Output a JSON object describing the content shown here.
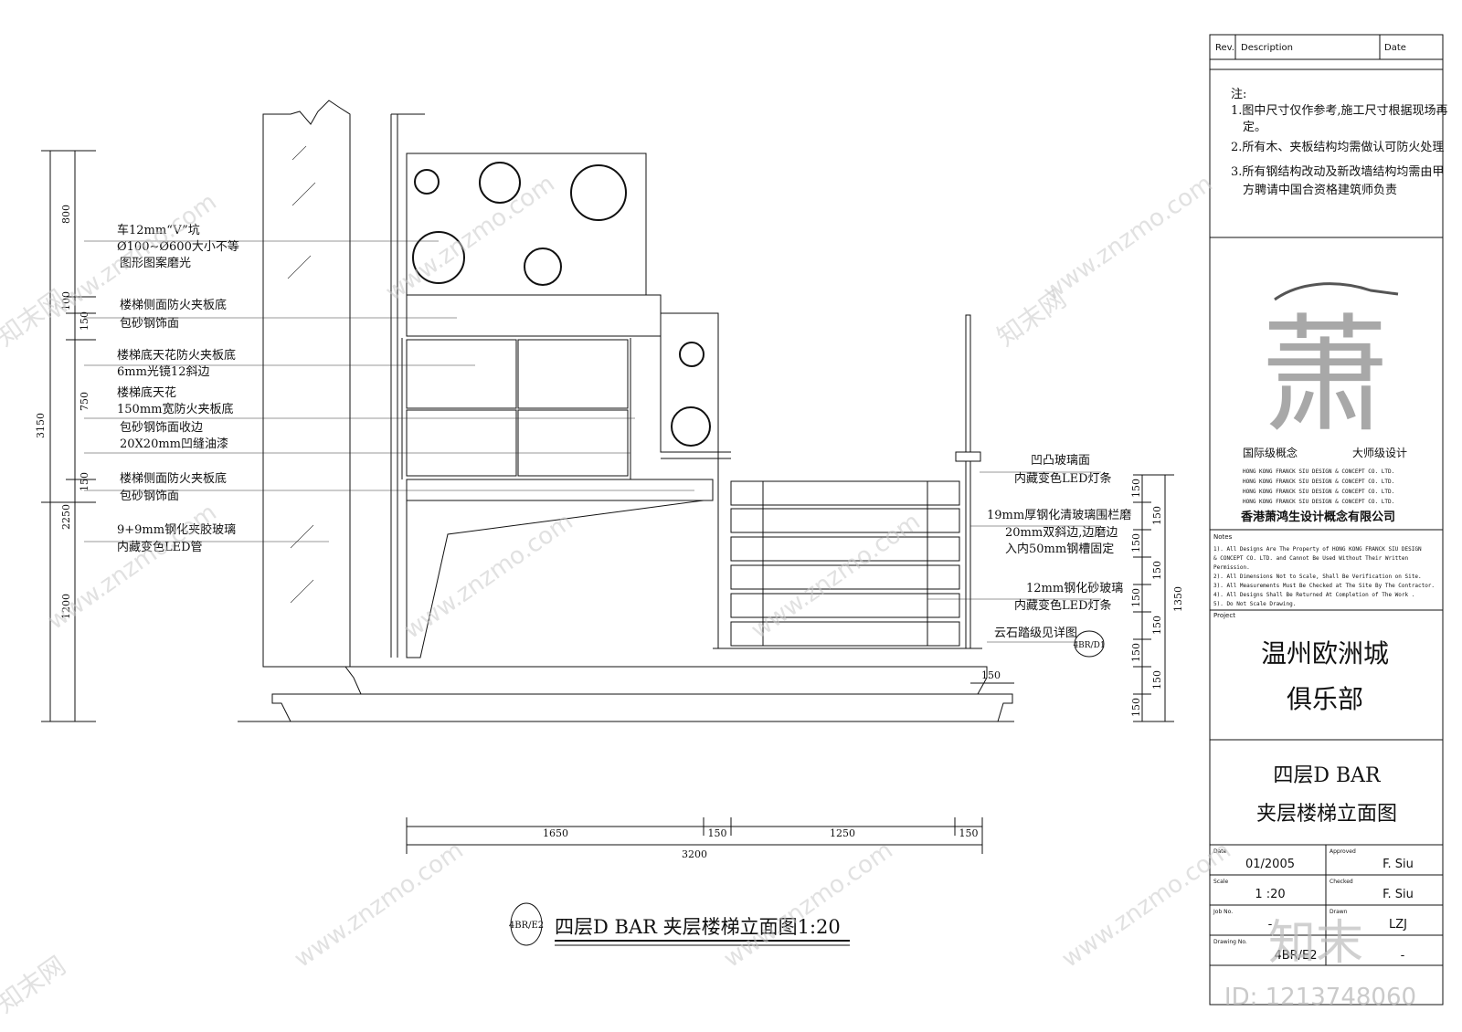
{
  "annotations": [
    "车12mm“V”坑",
    "Ø100~Ø600大小不等",
    "图形图案磨光",
    "楼梯侧面防火夹板底",
    "包砂钢饰面",
    "楼梯底天花防火夹板底",
    "6mm光镜12斜边",
    "楼梯底天花",
    "150mm宽防火夹板底",
    "包砂钢饰面收边",
    "20X20mm凹缝油漆",
    "楼梯侧面防火夹板底",
    "包砂钢饰面",
    "9+9mm钢化夹胶玻璃",
    "内藏变色LED管"
  ],
  "right_annotations": [
    "凹凸玻璃面",
    "内藏变色LED灯条",
    "19mm厚钢化清玻璃围栏磨",
    "20mm双斜边,边磨边",
    "入内50mm钢槽固定",
    "12mm钢化砂玻璃",
    "内藏变色LED灯条",
    "云石踏级见详图"
  ],
  "detail_tag": "4BR/D1",
  "left_dims": {
    "segments": [
      "800",
      "100",
      "150",
      "750",
      "150",
      "1200"
    ],
    "totals": [
      "3150",
      "2250"
    ]
  },
  "right_dims": {
    "segments": [
      "150",
      "150",
      "150",
      "150",
      "150",
      "150",
      "150",
      "150",
      "150"
    ],
    "total": "1350",
    "step": "150"
  },
  "bottom_dims": {
    "segments": [
      "1650",
      "150",
      "1250",
      "150"
    ],
    "total": "3200"
  },
  "drawing_title": {
    "tag": "4BR/E2",
    "text": "四层D BAR 夹层楼梯立面图1:20"
  },
  "title_block": {
    "rev_headers": [
      "Rev.",
      "Description",
      "Date"
    ],
    "notes_heading": "注:",
    "notes_cn": [
      "1.图中尺寸仅作参考,施工尺寸根据现场再",
      "定。",
      "2.所有木、夹板结构均需做认可防火处理",
      "3.所有钢结构改动及新改墙结构均需由甲",
      "方聘请中国合资格建筑师负责"
    ],
    "logo_char": "萧",
    "slogan_left": "国际级概念",
    "slogan_right": "大师级设计",
    "company_en": [
      "HONG KONG FRANCK SIU DESIGN & CONCEPT CO. LTD.",
      "HONG KONG FRANCK SIU DESIGN & CONCEPT CO. LTD.",
      "HONG KONG FRANCK SIU DESIGN & CONCEPT CO. LTD.",
      "HONG KONG FRANCK SIU DESIGN & CONCEPT CO. LTD."
    ],
    "company_cn": "香港萧鸿生设计概念有限公司",
    "notes_en_label": "Notes",
    "notes_en": [
      "1). All Designs Are The Property of HONG KONG FRANCK SIU DESIGN",
      "& CONCEPT CO. LTD. and Cannot Be Used Without Their Written",
      "Permission.",
      "2). All Dimensions Not to Scale, Shall Be Verification on Site.",
      "3). All Measurements Must Be Checked at The Site By The Contractor.",
      "4). All Designs Shall Be Returned At Completion of The Work .",
      "5). Do Not Scale Drawing."
    ],
    "project_label": "Project",
    "project_lines": [
      "温州欧洲城",
      "俱乐部"
    ],
    "sheet_lines": [
      "四层D BAR",
      "夹层楼梯立面图"
    ],
    "date_label": "Date",
    "date_value": "01/2005",
    "approved_label": "Approved",
    "approved_value": "F. Siu",
    "scale_label": "Scale",
    "scale_value": "1 :20",
    "checked_label": "Checked",
    "checked_value": "F. Siu",
    "jobno_label": "Job No.",
    "jobno_value": "-",
    "drawn_label": "Drawn",
    "drawn_value": "LZJ",
    "drawingno_label": "Drawing No.",
    "drawingno_value": "4BR/E2",
    "drawingno_suffix": "-"
  },
  "watermark": {
    "text": "www.znzmo.com",
    "brand": "知末网",
    "logo_cn": "知末",
    "id_text": "ID: 1213748060"
  }
}
